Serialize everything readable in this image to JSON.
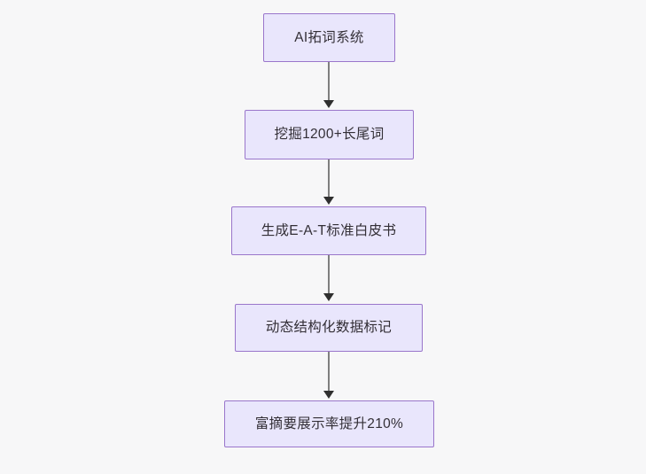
{
  "diagram": {
    "type": "flowchart",
    "direction": "top-to-bottom",
    "background_color": "#f7f7f8",
    "node_fill_color": "#e9e6fc",
    "node_border_color": "#9a76cb",
    "node_text_color": "#332f36",
    "edge_line_color": "#7f7f7f",
    "arrowhead_color": "#2f2f2f",
    "nodes": [
      {
        "id": "node-1",
        "label": "AI拓词系统"
      },
      {
        "id": "node-2",
        "label": "挖掘1200+长尾词"
      },
      {
        "id": "node-3",
        "label": "生成E-A-T标准白皮书"
      },
      {
        "id": "node-4",
        "label": "动态结构化数据标记"
      },
      {
        "id": "node-5",
        "label": "富摘要展示率提升210%"
      }
    ],
    "edges": [
      {
        "id": "edge-1",
        "from": "node-1",
        "to": "node-2"
      },
      {
        "id": "edge-2",
        "from": "node-2",
        "to": "node-3"
      },
      {
        "id": "edge-3",
        "from": "node-3",
        "to": "node-4"
      },
      {
        "id": "edge-4",
        "from": "node-4",
        "to": "node-5"
      }
    ]
  }
}
